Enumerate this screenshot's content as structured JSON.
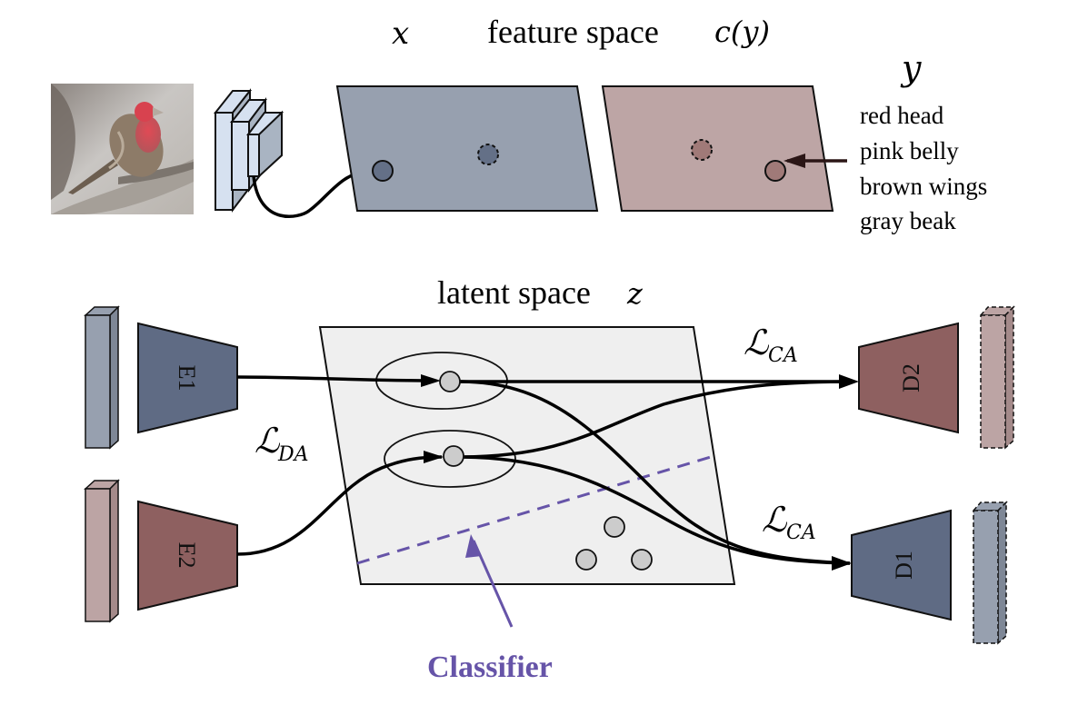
{
  "top": {
    "feature_space_label": "feature space",
    "x_label": "x",
    "cy_label": "c(y)",
    "y_label": "y",
    "attributes": [
      "red head",
      "pink belly",
      "brown wings",
      "gray beak"
    ]
  },
  "bottom": {
    "latent_space_label": "latent space",
    "z_label": "z",
    "encoders": [
      {
        "label": "E1"
      },
      {
        "label": "E2"
      }
    ],
    "decoders": [
      {
        "label": "D2"
      },
      {
        "label": "D1"
      }
    ],
    "loss_da": {
      "symbol": "ℒ",
      "subscript": "DA"
    },
    "loss_ca_top": {
      "symbol": "ℒ",
      "subscript": "CA"
    },
    "loss_ca_bottom": {
      "symbol": "ℒ",
      "subscript": "CA"
    },
    "classifier_label": "Classifier"
  },
  "colors": {
    "feature_x_fill": "#97a0af",
    "feature_cy_fill": "#bda5a5",
    "point_blue": "#647087",
    "point_red": "#a07a78",
    "encoder_blue": "#5f6b84",
    "encoder_red": "#8e6060",
    "input_blue": "#97a0af",
    "input_red": "#bca4a4",
    "latent_fill": "#efefef",
    "latent_point": "#cccccc",
    "classifier_purple": "#6654a8",
    "cnn_fill": "#d6e1f0",
    "cnn_side": "#a9b4c2"
  }
}
